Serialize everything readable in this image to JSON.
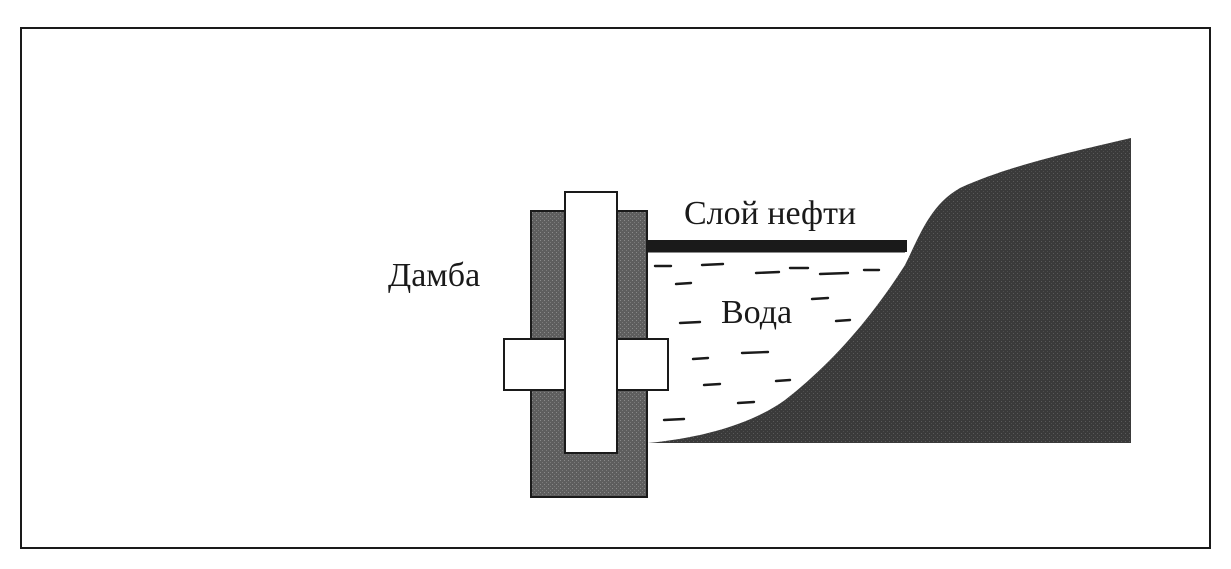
{
  "labels": {
    "dam": "Дамба",
    "oil_layer": "Слой нефти",
    "water": "Вода"
  },
  "colors": {
    "frame": "#1a1a1a",
    "dam_fill": "#5e5e5e",
    "ground_fill": "#3c3c3c",
    "oil_layer": "#1a1a1a",
    "water_marks": "#1a1a1a",
    "background": "#ffffff"
  }
}
